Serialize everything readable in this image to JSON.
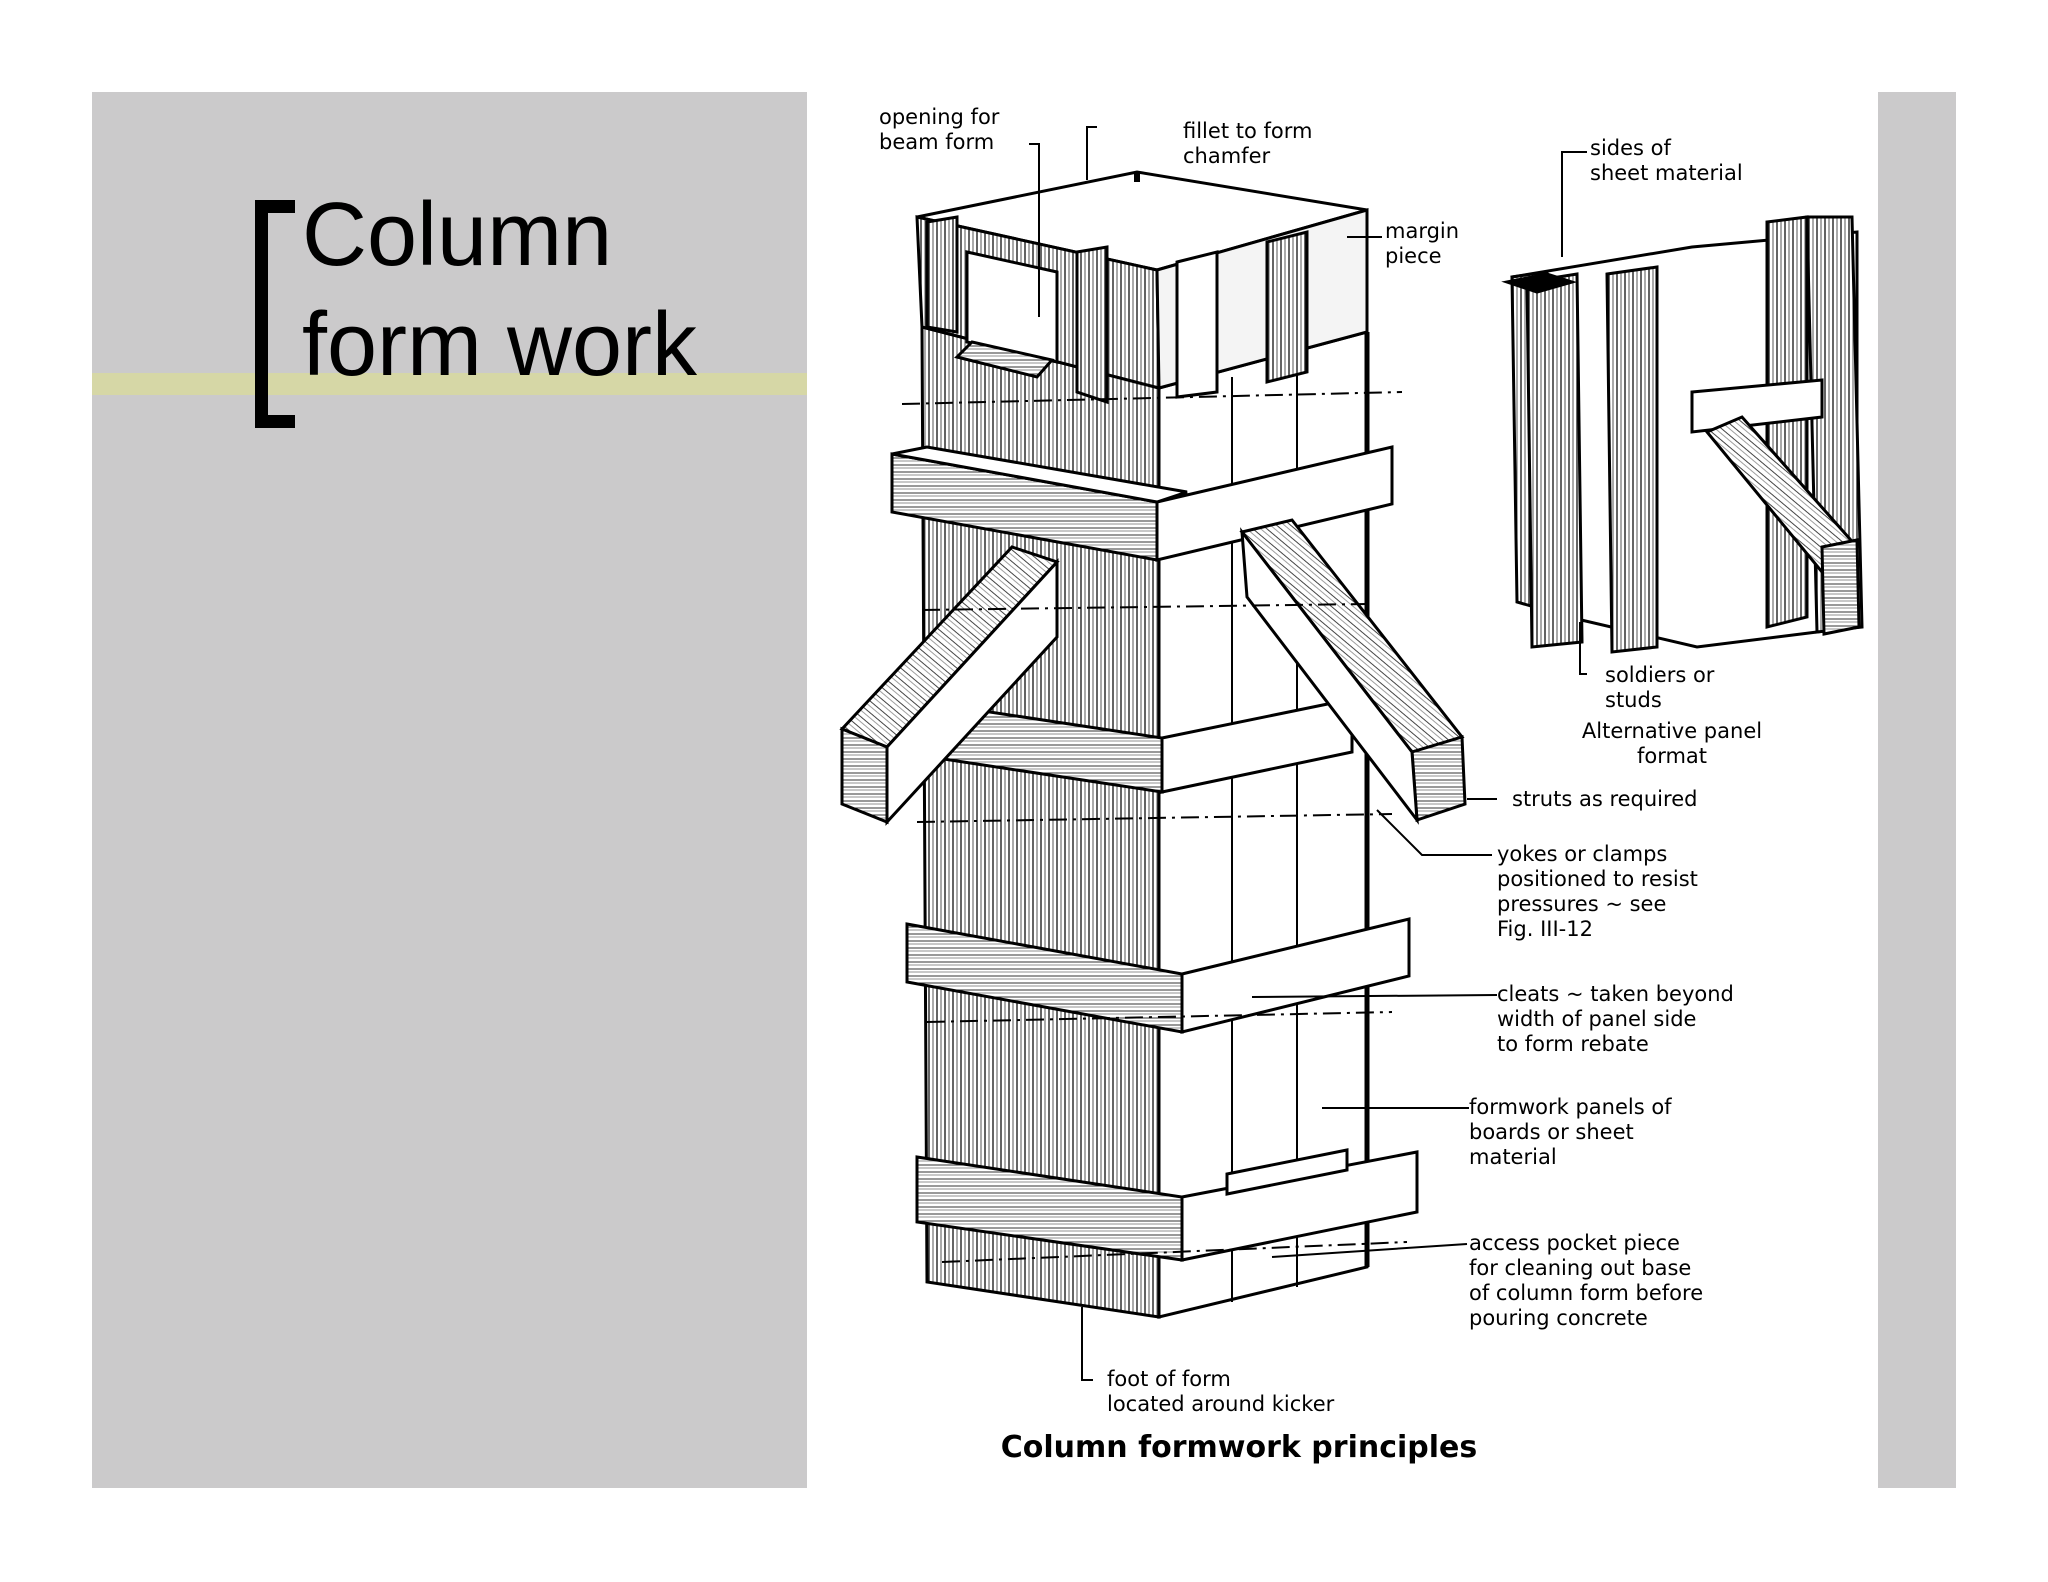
{
  "slide": {
    "title_lines": [
      "Column",
      "form work"
    ]
  },
  "figure": {
    "caption": "Column formwork principles",
    "labels": {
      "opening": [
        "opening for",
        "beam form"
      ],
      "fillet": [
        "fillet to form",
        "chamfer"
      ],
      "margin": [
        "margin",
        "piece"
      ],
      "sides": [
        "sides of",
        "sheet material"
      ],
      "soldiers": [
        "soldiers or",
        "studs"
      ],
      "alternative": [
        "Alternative panel",
        "format"
      ],
      "struts": [
        "struts as required"
      ],
      "yokes": [
        "yokes or clamps",
        "positioned to resist",
        "pressures ~ see",
        "Fig. III-12"
      ],
      "cleats": [
        "cleats ~ taken beyond",
        "width of panel side",
        "to form rebate"
      ],
      "panels": [
        "formwork panels of",
        "boards or sheet",
        "material"
      ],
      "access": [
        "access pocket piece",
        "for cleaning out base",
        "of column form before",
        "pouring concrete"
      ],
      "foot": [
        "foot of form",
        "located around kicker"
      ]
    }
  },
  "colors": {
    "panel_gray": "#cbcacb",
    "accent_bar": "#d6d7a6",
    "ink": "#000000"
  }
}
